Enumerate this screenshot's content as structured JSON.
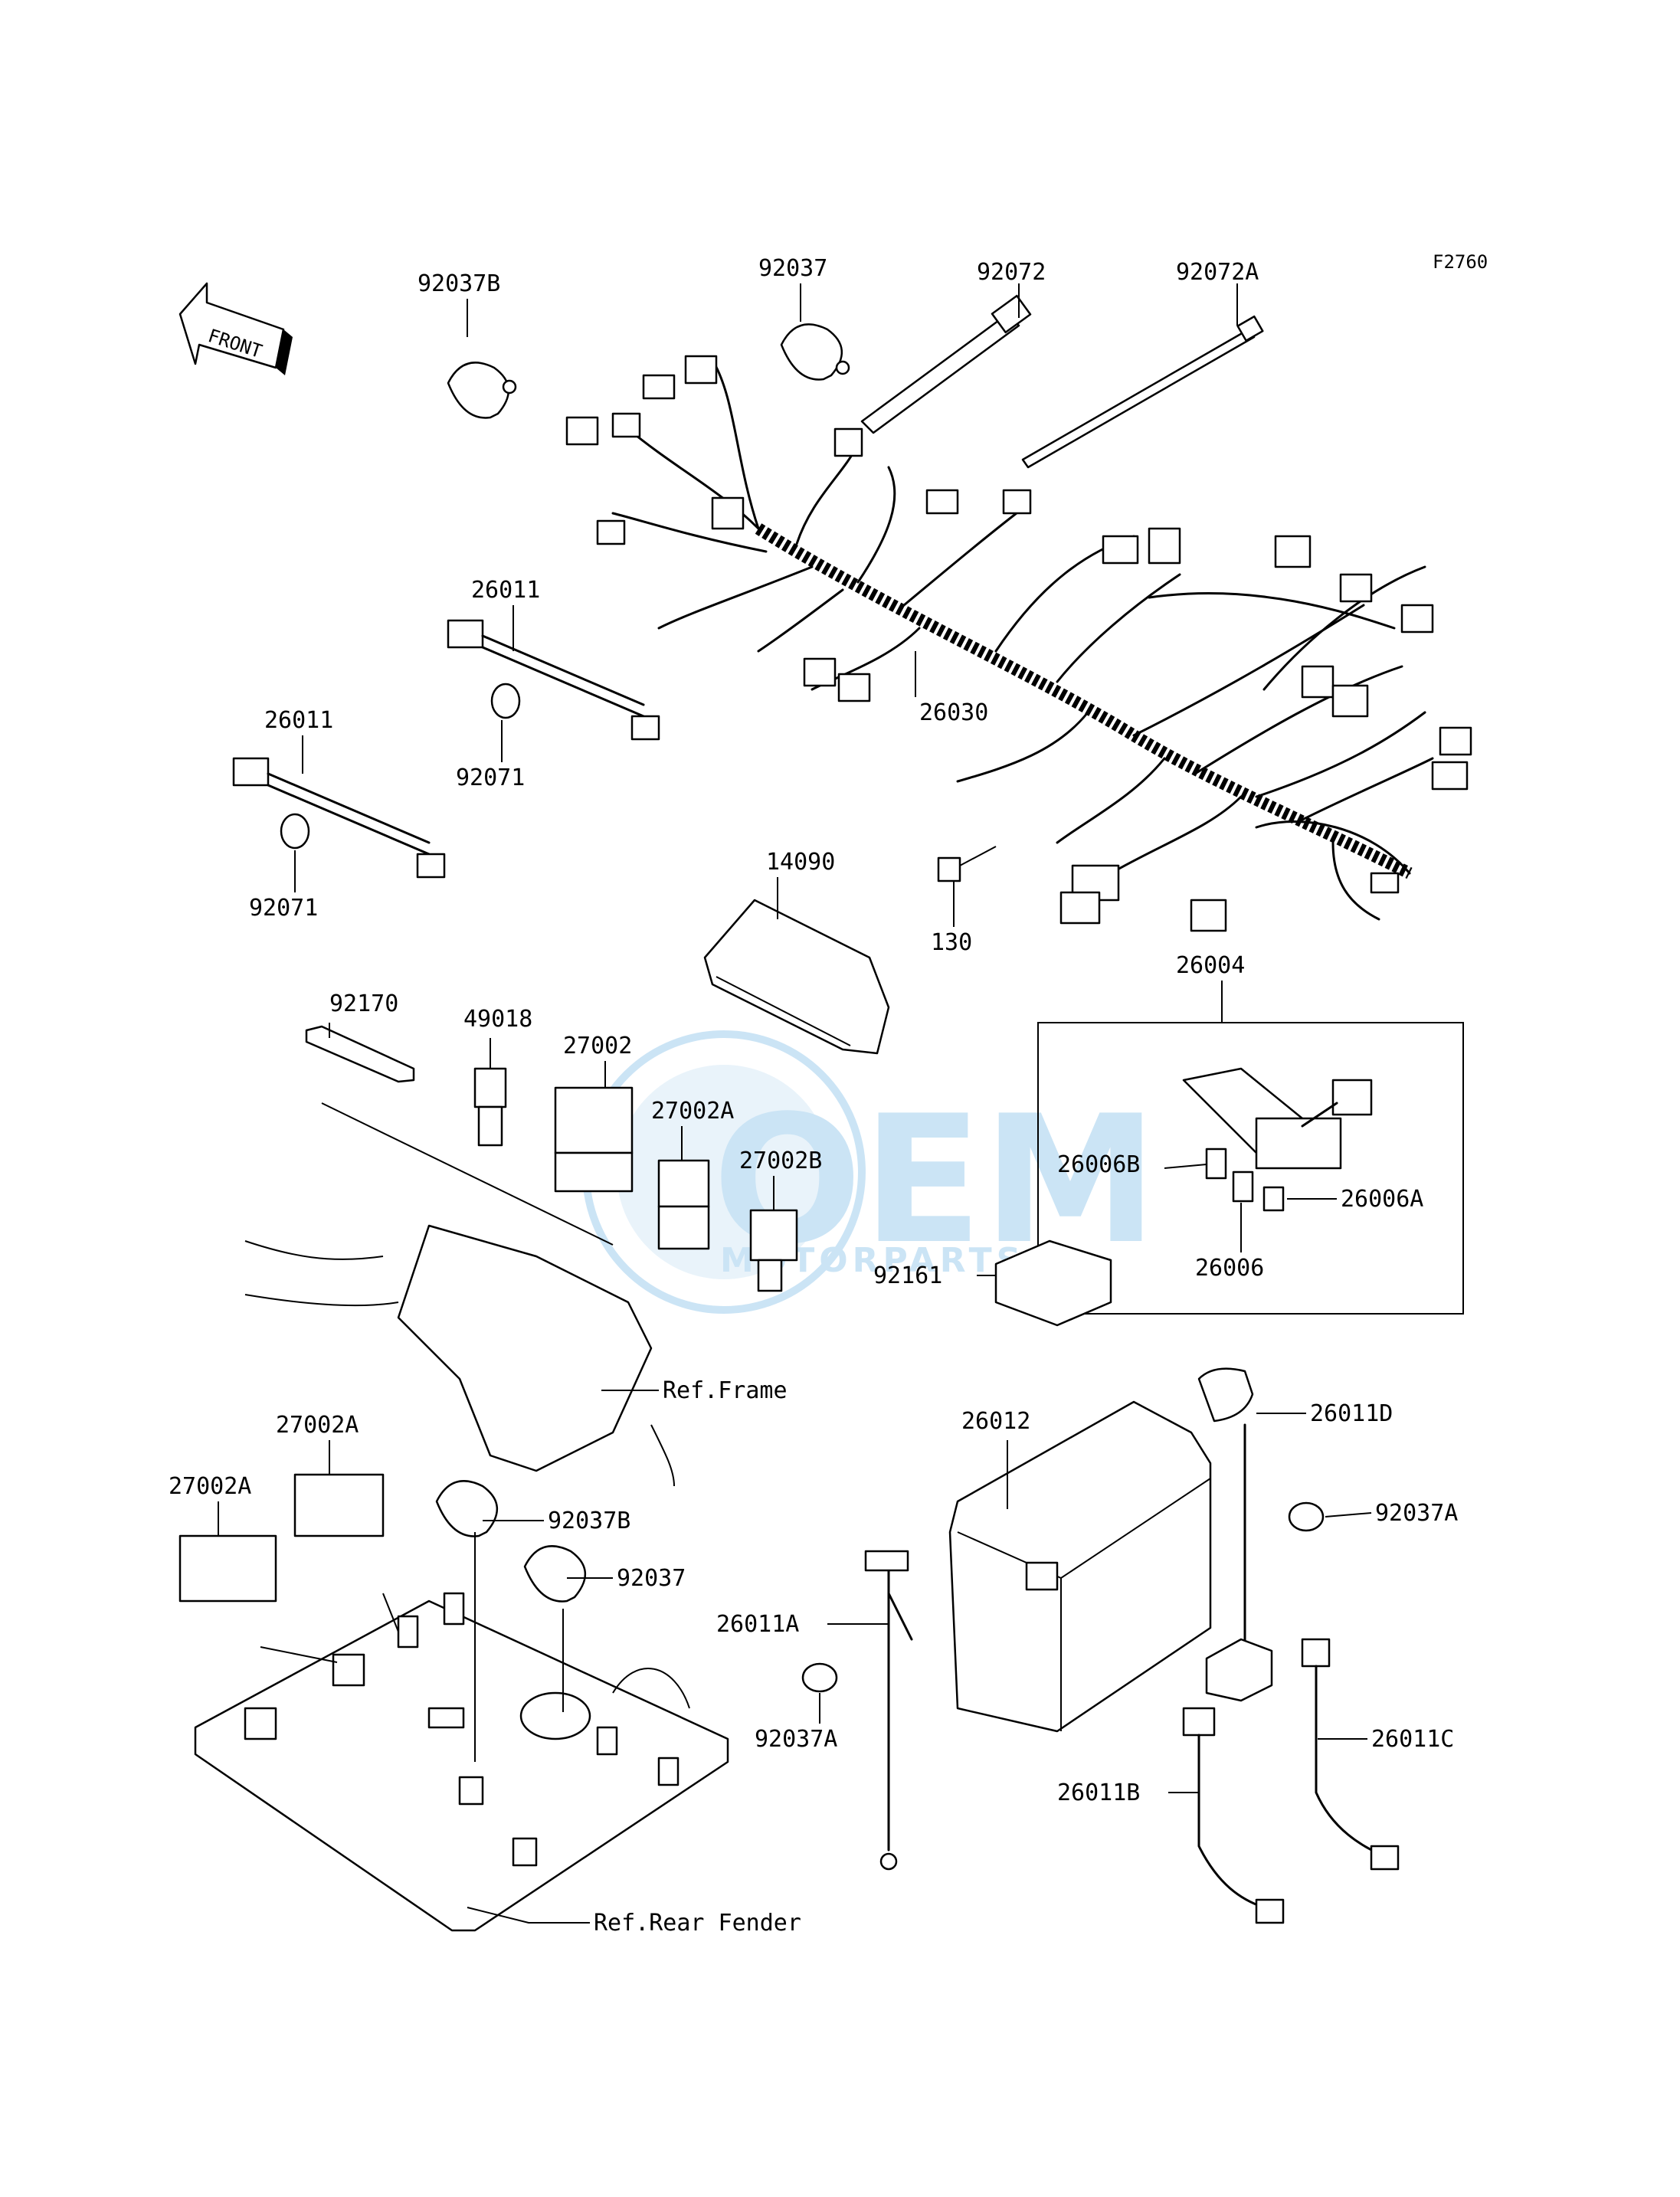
{
  "figure_code": "F2760",
  "front_label": "FRONT",
  "part_labels": {
    "p92037B_top": "92037B",
    "p92037_top": "92037",
    "p92072": "92072",
    "p92072A": "92072A",
    "p26011_a": "26011",
    "p92071_a": "92071",
    "p26011_b": "26011",
    "p92071_b": "92071",
    "p26030": "26030",
    "p14090": "14090",
    "p130": "130",
    "p26004": "26004",
    "p92170": "92170",
    "p49018": "49018",
    "p27002": "27002",
    "p27002A_mid": "27002A",
    "p27002B": "27002B",
    "p92161": "92161",
    "p26006B": "26006B",
    "p26006A": "26006A",
    "p26006": "26006",
    "p27002A_low1": "27002A",
    "p27002A_low2": "27002A",
    "p92037B_low": "92037B",
    "p92037_low": "92037",
    "p26012": "26012",
    "p26011D": "26011D",
    "p92037A_right": "92037A",
    "p26011A": "26011A",
    "p92037A_low": "92037A",
    "p26011C": "26011C",
    "p26011B": "26011B"
  },
  "references": {
    "frame": "Ref.Frame",
    "rear_fender": "Ref.Rear Fender"
  },
  "watermark": {
    "brand": "OEM",
    "sub": "MOTORPARTS",
    "color": "#8ec5ea"
  }
}
